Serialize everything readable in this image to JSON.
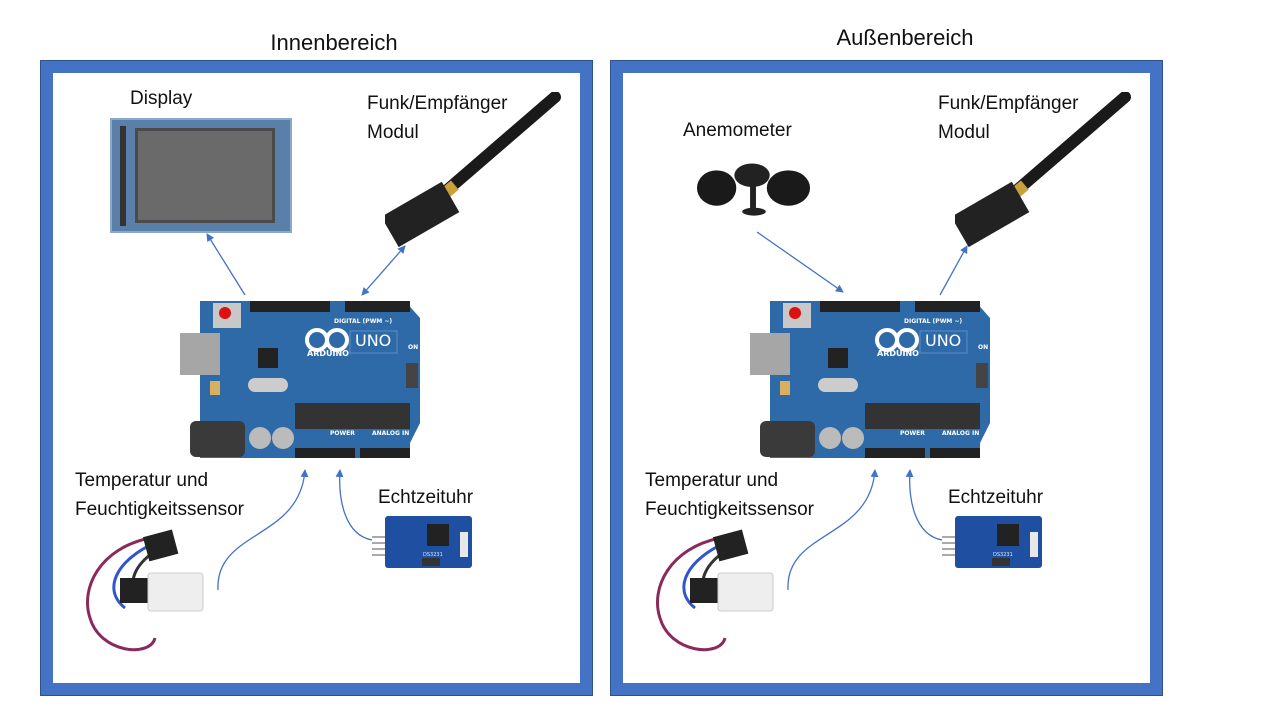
{
  "panels": [
    {
      "title": "Innenbereich",
      "labels": {
        "display": "Display",
        "radio_line1": "Funk/Empfänger",
        "radio_line2": "Modul",
        "sensor_line1": "Temperatur und",
        "sensor_line2": "Feuchtigkeitssensor",
        "rtc": "Echtzeituhr"
      }
    },
    {
      "title": "Außenbereich",
      "labels": {
        "anemometer": "Anemometer",
        "radio_line1": "Funk/Empfänger",
        "radio_line2": "Modul",
        "sensor_line1": "Temperatur und",
        "sensor_line2": "Feuchtigkeitssensor",
        "rtc": "Echtzeituhr"
      }
    }
  ],
  "board_text": {
    "brand": "ARDUINO",
    "model": "UNO",
    "digital": "DIGITAL (PWM ~)",
    "power": "POWER",
    "analog": "ANALOG IN",
    "on": "ON",
    "rtc_chip": "DS3231"
  },
  "colors": {
    "frame": "#4472C4",
    "arrow": "#4472C4",
    "board": "#2E6AA8",
    "module": "#1F4FA0"
  }
}
